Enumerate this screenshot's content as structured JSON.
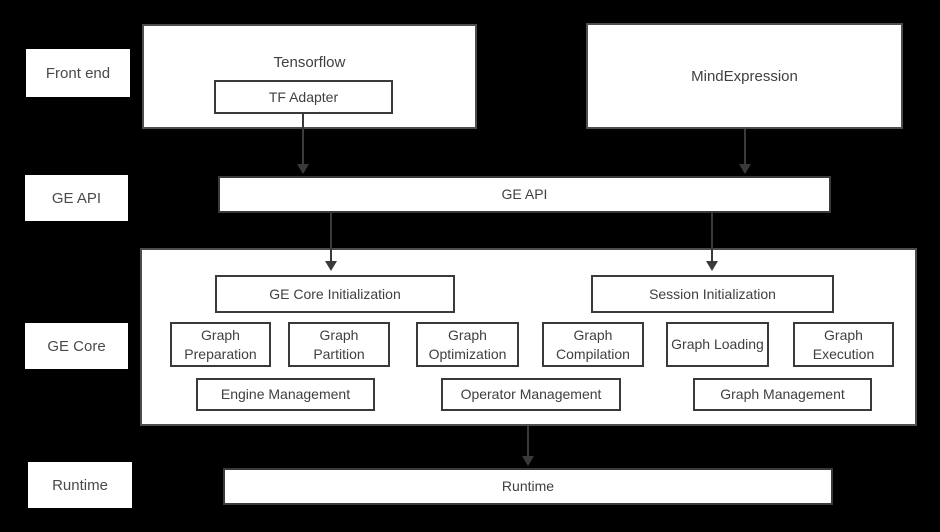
{
  "colors": {
    "background": "#000000",
    "box_fill": "#ffffff",
    "border": "#3a3a3a",
    "outer_border": "#4d4d4d",
    "text": "#404040",
    "arrow": "#3a3a3a"
  },
  "side_labels": [
    {
      "label": "Front end"
    },
    {
      "label": "GE API"
    },
    {
      "label": "GE Core"
    },
    {
      "label": "Runtime"
    }
  ],
  "front_end": {
    "tensorflow": {
      "title": "Tensorflow",
      "adapter": "TF Adapter"
    },
    "mind_expression": {
      "title": "MindExpression"
    }
  },
  "ge_api": {
    "label": "GE API"
  },
  "ge_core": {
    "init_boxes": [
      {
        "label": "GE Core Initialization"
      },
      {
        "label": "Session Initialization"
      }
    ],
    "stages": [
      {
        "label": "Graph Preparation"
      },
      {
        "label": "Graph Partition"
      },
      {
        "label": "Graph Optimization"
      },
      {
        "label": "Graph Compilation"
      },
      {
        "label": "Graph Loading"
      },
      {
        "label": "Graph Execution"
      }
    ],
    "managers": [
      {
        "label": "Engine Management"
      },
      {
        "label": "Operator Management"
      },
      {
        "label": "Graph Management"
      }
    ]
  },
  "runtime": {
    "label": "Runtime"
  }
}
